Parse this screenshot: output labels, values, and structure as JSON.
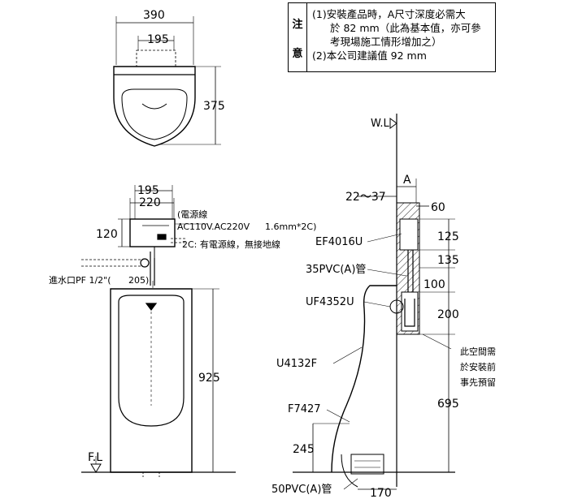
{
  "notes": {
    "head_1": "注",
    "head_2": "意",
    "line_1": "(1)安裝產品時，A尺寸深度必需大",
    "line_2": "於 82 mm（此為基本值，亦可參",
    "line_3": "考現場施工情形增加之）",
    "line_4": "(2)本公司建議值 92 mm"
  },
  "top_view": {
    "width_outer": "390",
    "width_inner": "195",
    "depth": "375"
  },
  "front_view": {
    "width_195": "195",
    "width_220": "220",
    "height_120": "120",
    "power_line_1": "(電源線",
    "power_line_2": "AC110V.AC220V",
    "power_line_3": "1.6mm*2C)",
    "power_line_4": "2C: 有電源線，無接地線",
    "inlet_label": "進水口PF 1/2\"(",
    "inlet_dim": "205)",
    "height_925": "925",
    "floor_label": "F.L"
  },
  "side_view": {
    "wall_label": "W.L",
    "dim_a": "A",
    "dim_22_37": "22～37",
    "dim_60": "60",
    "dim_125": "125",
    "dim_135": "135",
    "dim_100": "100",
    "dim_200": "200",
    "dim_695": "695",
    "dim_245": "245",
    "dim_170": "170",
    "part_ef4016u": "EF4016U",
    "part_35pvc": "35PVC(A)管",
    "part_uf4352u": "UF4352U",
    "part_u4132f": "U4132F",
    "part_f7427": "F7427",
    "part_50pvc": "50PVC(A)管",
    "space_note_1": "此空間需",
    "space_note_2": "於安裝前",
    "space_note_3": "事先預留"
  }
}
